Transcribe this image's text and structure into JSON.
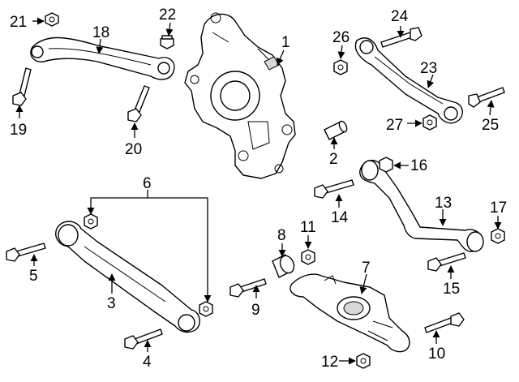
{
  "callouts": [
    "1",
    "2",
    "3",
    "4",
    "5",
    "6",
    "7",
    "8",
    "9",
    "10",
    "11",
    "12",
    "13",
    "14",
    "15",
    "16",
    "17",
    "18",
    "19",
    "20",
    "21",
    "22",
    "23",
    "24",
    "25",
    "26",
    "27"
  ],
  "colors": {
    "line": "#000000",
    "background": "#ffffff",
    "shade": "#d8d8d8"
  }
}
